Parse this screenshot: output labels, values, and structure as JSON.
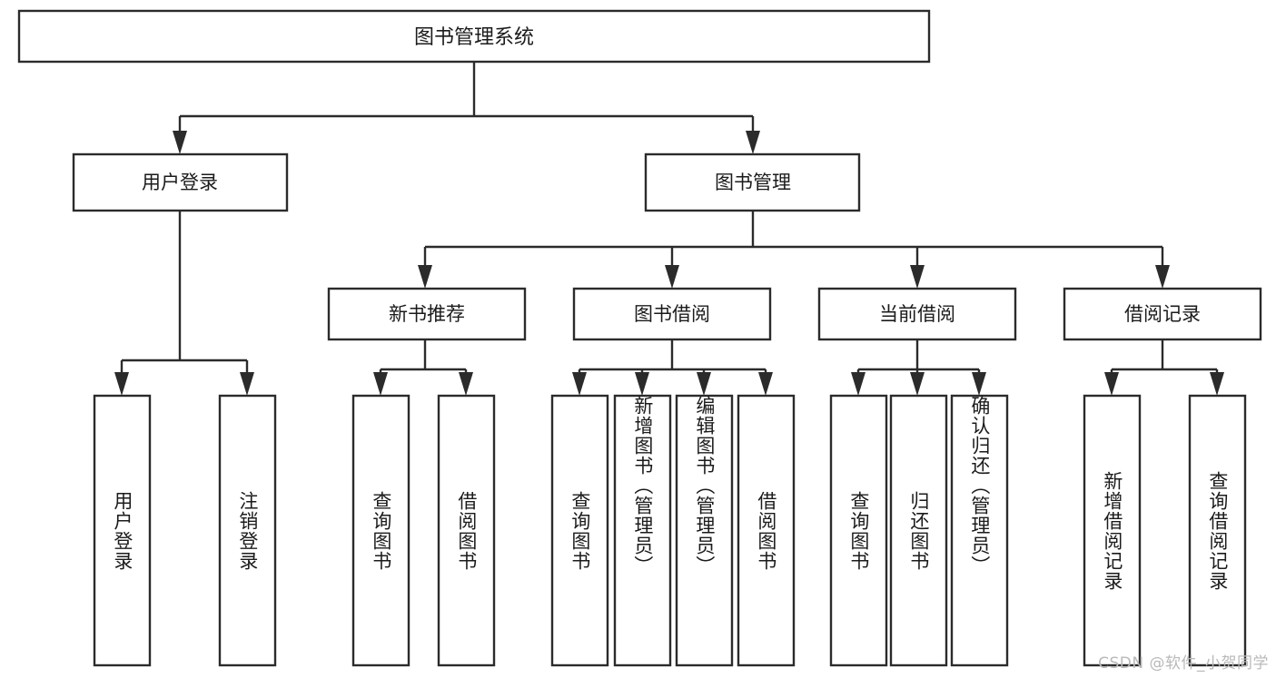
{
  "diagram": {
    "title": "图书管理系统",
    "type": "tree-hierarchy",
    "root": {
      "label": "图书管理系统"
    },
    "level2": [
      {
        "label": "用户登录"
      },
      {
        "label": "图书管理"
      }
    ],
    "level3": [
      {
        "label": "新书推荐"
      },
      {
        "label": "图书借阅"
      },
      {
        "label": "当前借阅"
      },
      {
        "label": "借阅记录"
      }
    ],
    "leaves": {
      "user_login": [
        {
          "label": "用户登录"
        },
        {
          "label": "注销登录"
        }
      ],
      "new_book_recommend": [
        {
          "label": "查询图书"
        },
        {
          "label": "借阅图书"
        }
      ],
      "book_borrow": [
        {
          "label": "查询图书"
        },
        {
          "label": "新增图书（管理员）"
        },
        {
          "label": "编辑图书（管理员）"
        },
        {
          "label": "借阅图书"
        }
      ],
      "current_borrow": [
        {
          "label": "查询图书"
        },
        {
          "label": "归还图书"
        },
        {
          "label": "确认归还（管理员）"
        }
      ],
      "borrow_records": [
        {
          "label": "新增借阅记录"
        },
        {
          "label": "查询借阅记录"
        }
      ]
    }
  },
  "watermark": {
    "text": "CSDN @软件_小贺同学"
  },
  "colors": {
    "box_stroke": "#2b2b2b",
    "box_fill": "#ffffff",
    "text": "#1b1b1b",
    "watermark": "#b9b9b9",
    "background": "#ffffff"
  }
}
